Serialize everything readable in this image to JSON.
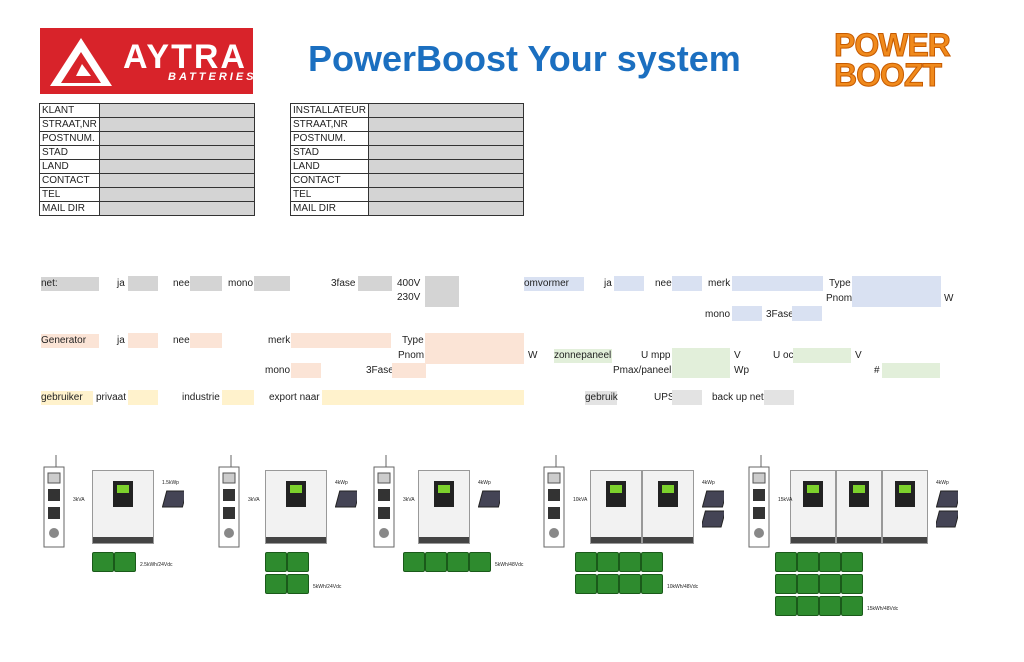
{
  "header": {
    "logo_left": {
      "brand": "AYTRA",
      "sub": "BATTERIES"
    },
    "title": "PowerBoost Your system",
    "logo_right": {
      "line1": "POWER",
      "line2": "BOOZT"
    }
  },
  "klant_table": {
    "rows": [
      "KLANT",
      "STRAAT,NR",
      "POSTNUM.",
      "STAD",
      "LAND",
      "CONTACT",
      "TEL",
      "MAIL DIR"
    ]
  },
  "installateur_table": {
    "rows": [
      "INSTALLATEUR",
      "STRAAT,NR",
      "POSTNUM.",
      "STAD",
      "LAND",
      "CONTACT",
      "TEL",
      "MAIL DIR"
    ]
  },
  "net": {
    "label": "net:",
    "ja": "ja",
    "nee": "nee",
    "mono": "mono",
    "fase3": "3fase",
    "v400": "400V",
    "v230": "230V"
  },
  "omvormer": {
    "label": "omvormer",
    "ja": "ja",
    "nee": "nee",
    "merk": "merk",
    "type": "Type",
    "pnom": "Pnom",
    "w": "W",
    "mono": "mono",
    "fase3": "3Fase"
  },
  "generator": {
    "label": "Generator",
    "ja": "ja",
    "nee": "nee",
    "merk": "merk",
    "type": "Type",
    "pnom": "Pnom",
    "w": "W",
    "mono": "mono",
    "fase3": "3Fase"
  },
  "zonnepaneel": {
    "label": "zonnepaneel",
    "umpp": "U mpp",
    "v1": "V",
    "uoc": "U oc",
    "v2": "V",
    "pmax": "Pmax/paneel",
    "wp": "Wp",
    "hash": "#"
  },
  "gebruiker": {
    "label": "gebruiker",
    "privaat": "privaat",
    "industrie": "industrie",
    "export": "export naar"
  },
  "gebruik": {
    "label": "gebruik",
    "ups": "UPS",
    "backup": "back up net"
  },
  "colors": {
    "aytra_red": "#d8232a",
    "title_blue": "#1b6fc0",
    "powerboost_orange": "#f08a1c",
    "battery_green": "#2e8b2e"
  },
  "diagrams": [
    {
      "kva": "3kVA",
      "pv": "1.5kWp",
      "battery": "2.5kWh/24Vdc"
    },
    {
      "kva": "3kVA",
      "pv": "4kWp",
      "battery": "5kWh/24Vdc"
    },
    {
      "kva": "3kVA",
      "pv": "4kWp",
      "battery": "5kWh/48Vdc"
    },
    {
      "kva": "10kVA",
      "pv": "4kWp",
      "battery": "10kWh/48Vdc"
    },
    {
      "kva": "15kVA",
      "pv": "4kWp",
      "battery": "15kWh/48Vdc"
    }
  ]
}
